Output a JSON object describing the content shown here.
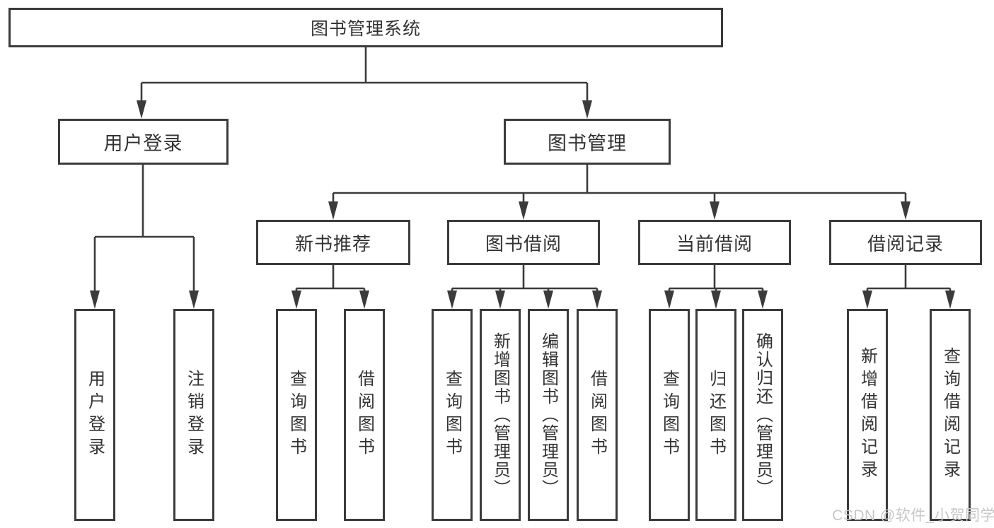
{
  "tree": {
    "root": {
      "label": "图书管理系统"
    },
    "branches": [
      {
        "label": "用户登录",
        "children": [
          {
            "label": "用户登录"
          },
          {
            "label": "注销登录"
          }
        ]
      },
      {
        "label": "图书管理",
        "children": [
          {
            "label": "新书推荐",
            "children": [
              {
                "label": "查询图书"
              },
              {
                "label": "借阅图书"
              }
            ]
          },
          {
            "label": "图书借阅",
            "children": [
              {
                "label": "查询图书"
              },
              {
                "label": "新增图书（管理员）"
              },
              {
                "label": "编辑图书（管理员）"
              },
              {
                "label": "借阅图书"
              }
            ]
          },
          {
            "label": "当前借阅",
            "children": [
              {
                "label": "查询图书"
              },
              {
                "label": "归还图书"
              },
              {
                "label": "确认归还（管理员）"
              }
            ]
          },
          {
            "label": "借阅记录",
            "children": [
              {
                "label": "新增借阅记录"
              },
              {
                "label": "查询借阅记录"
              }
            ]
          }
        ]
      }
    ]
  },
  "watermark": "CSDN @软件_小贺同学",
  "colors": {
    "line": "#3b3b3b",
    "box_border": "#3b3b3b",
    "text": "#333333",
    "watermark": "#c7c7c7",
    "background": "#ffffff"
  }
}
